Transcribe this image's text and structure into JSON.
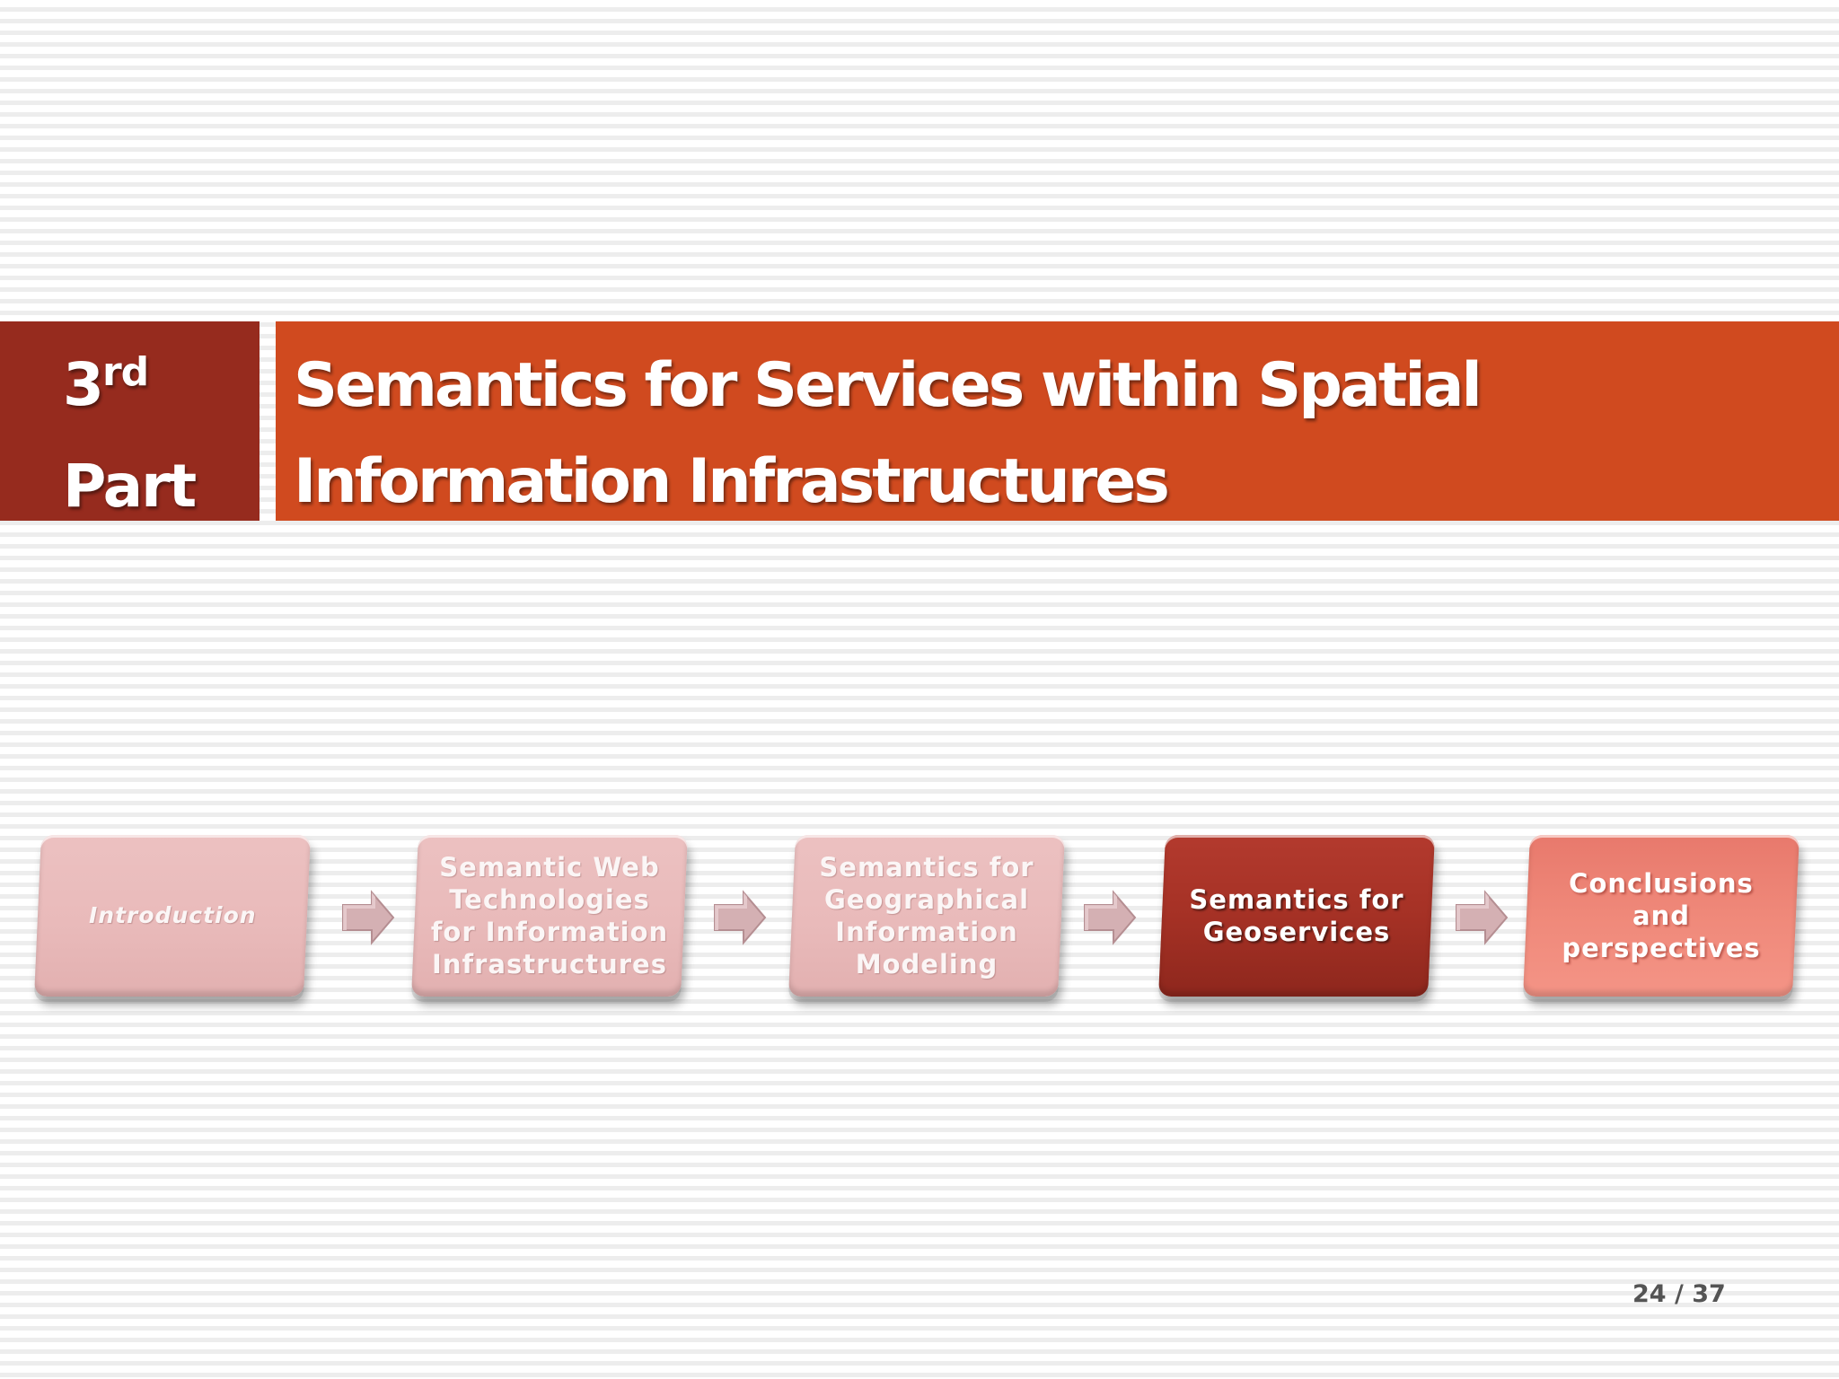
{
  "part_badge": {
    "number": "3",
    "superscript": "rd",
    "label": "Part"
  },
  "title": {
    "line1": "Semantics for Services within Spatial",
    "line2": "Information Infrastructures"
  },
  "process_steps": [
    {
      "label": "Introduction",
      "state": "completed"
    },
    {
      "label": "Semantic Web Technologies for Information Infrastructures",
      "state": "completed"
    },
    {
      "label": "Semantics for Geographical Information Modeling",
      "state": "completed"
    },
    {
      "label": "Semantics for Geoservices",
      "state": "current"
    },
    {
      "label": "Conclusions and perspectives",
      "state": "upcoming"
    }
  ],
  "page_number": "24 / 37",
  "colors": {
    "part_badge": "#962b1e",
    "title_bar": "#d04a1f",
    "step_completed": "#e9baba",
    "step_current": "#a53125",
    "step_upcoming": "#f08a7b",
    "arrow": "#d4b0b3"
  }
}
